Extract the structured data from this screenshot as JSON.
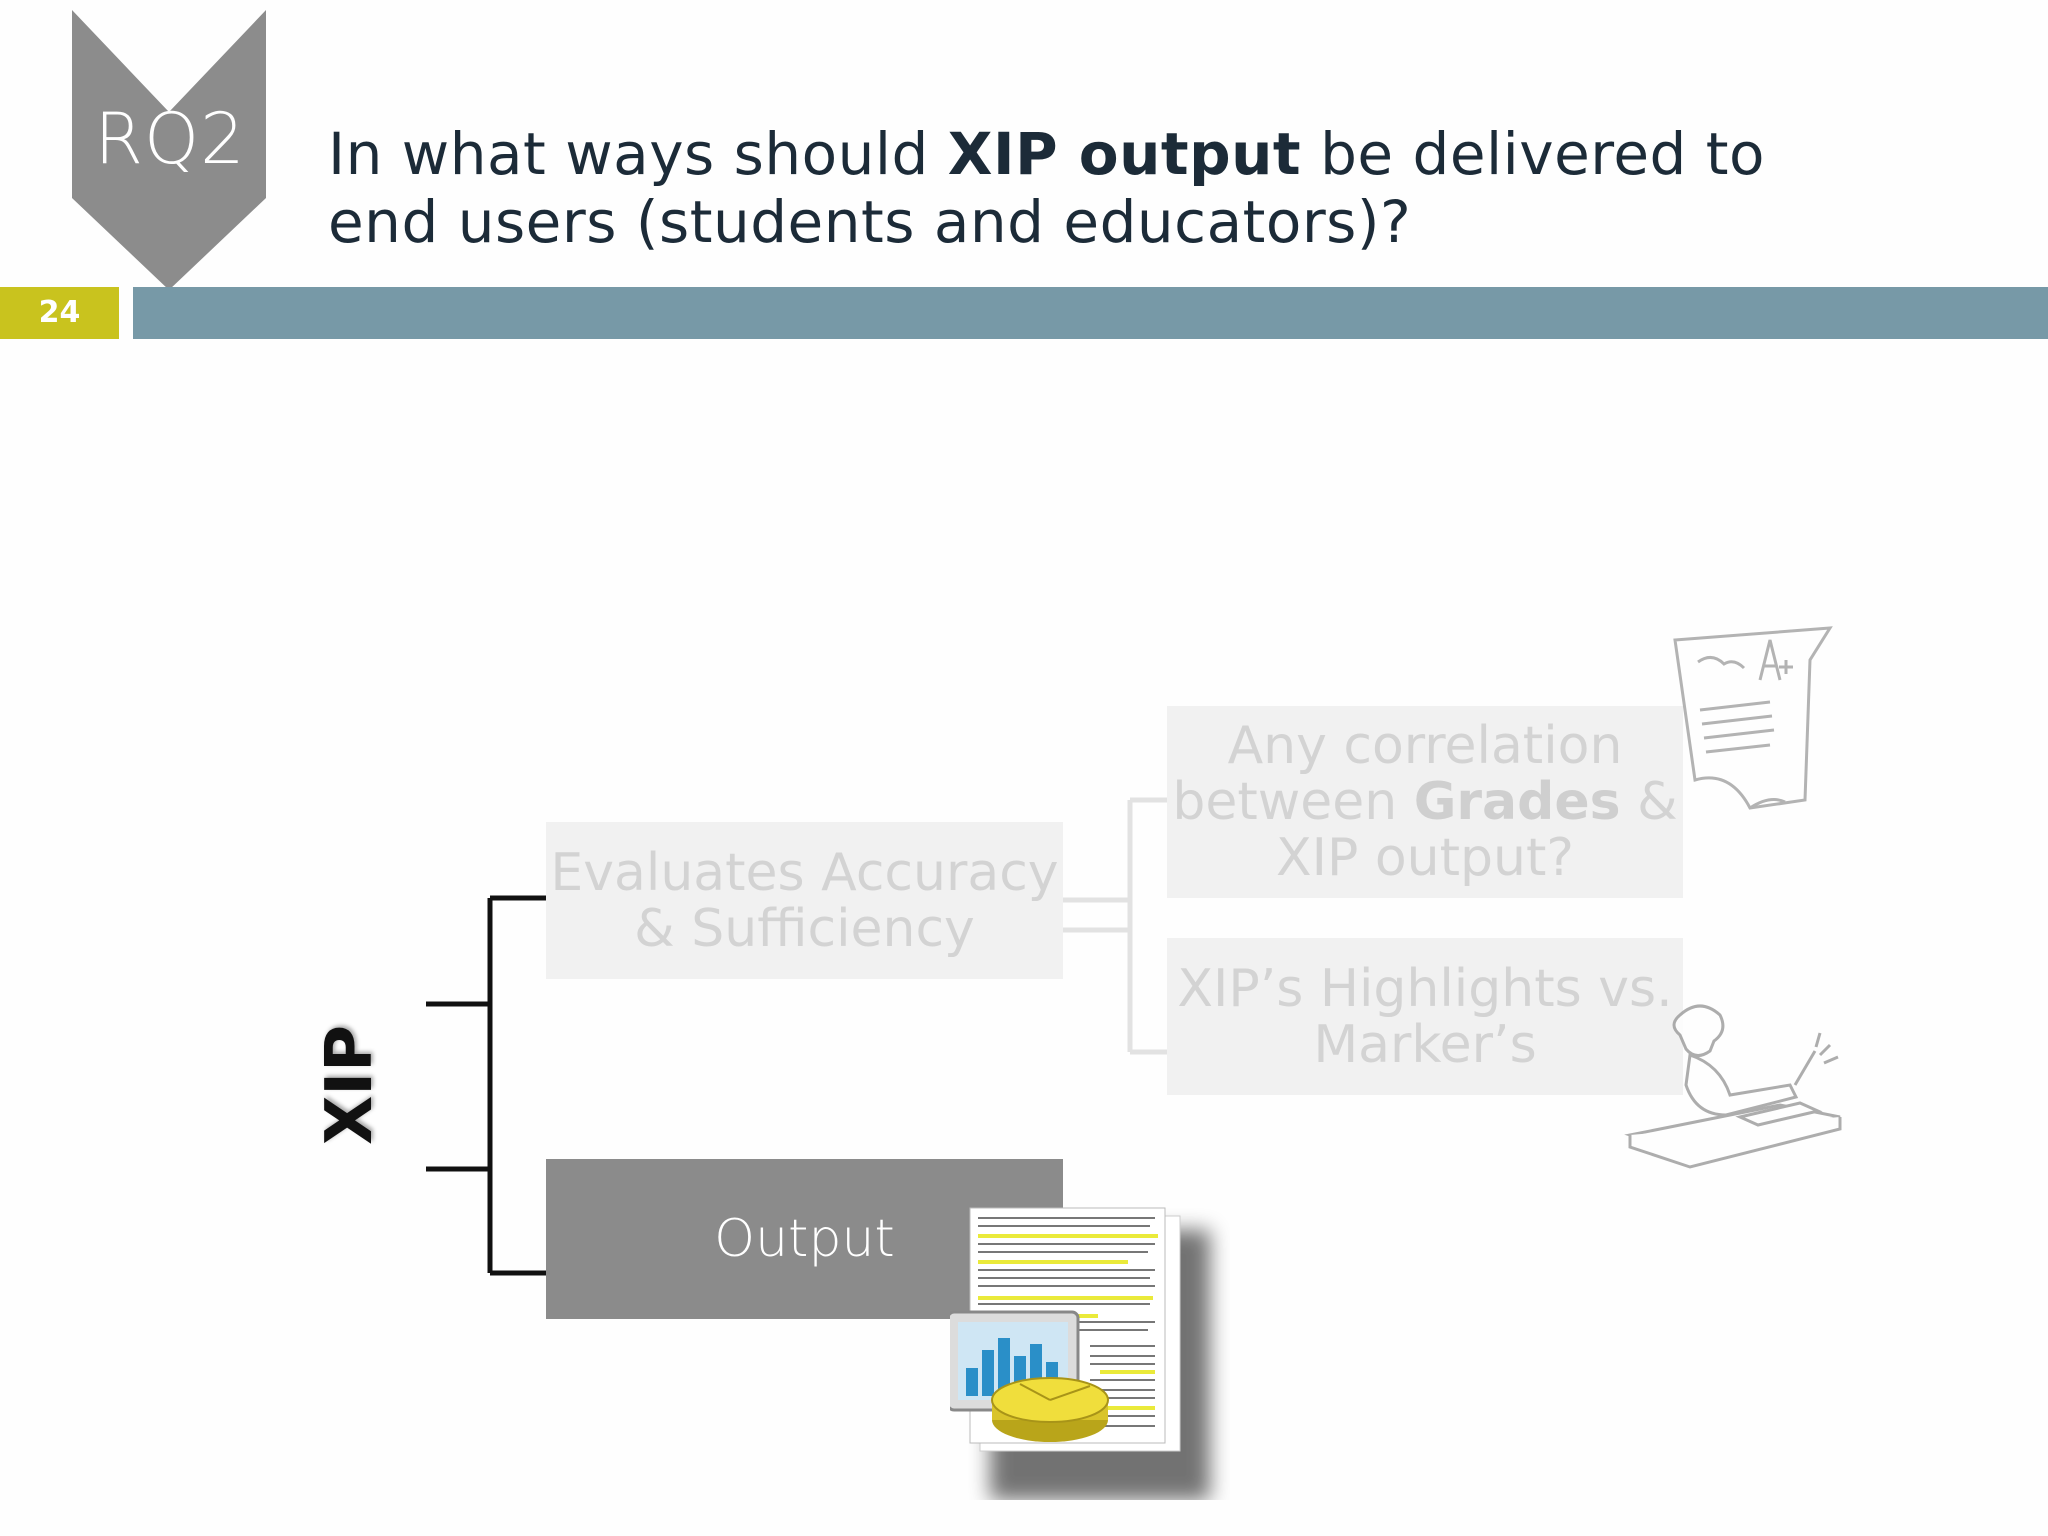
{
  "header": {
    "badge": "RQ2",
    "title_before": "In what ways should ",
    "title_bold": "XIP output",
    "title_after": " be delivered to end users (students and educators)?"
  },
  "slide_number": "24",
  "diagram": {
    "root_label": "XIP",
    "evaluates": {
      "line1": "Evaluates Accuracy",
      "line2": "& Sufficiency"
    },
    "correlation": {
      "line1": "Any correlation",
      "line2_before": "between ",
      "line2_bold": "Grades",
      "line2_after": " &",
      "line3": "XIP output?"
    },
    "highlights": {
      "line1": "XIP’s Highlights vs.",
      "line2": "Marker’s"
    },
    "output": "Output"
  },
  "colors": {
    "badge": "#8c8c8c",
    "slide_number_bg": "#c9c31e",
    "band": "#7799a7",
    "output_box": "#8b8b8b",
    "faded_box": "#f1f1f1"
  },
  "icons": [
    "document-chart-icon",
    "graded-paper-icon",
    "writer-at-desk-icon"
  ]
}
